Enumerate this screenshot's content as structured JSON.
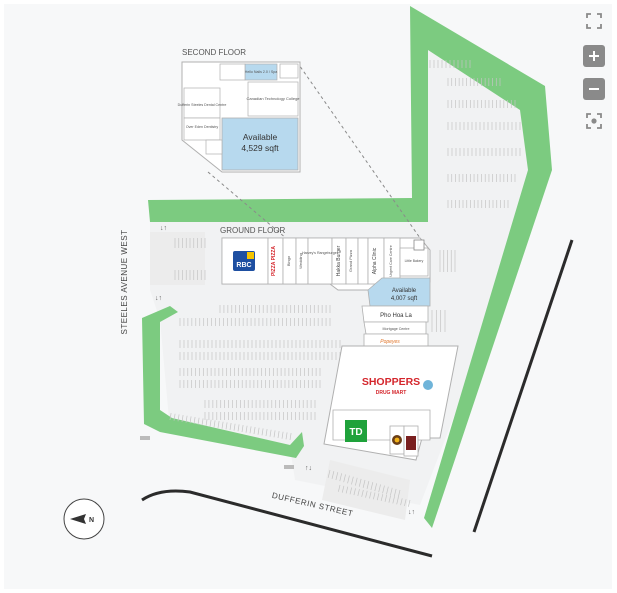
{
  "map": {
    "labels": {
      "second_floor": "SECOND FLOOR",
      "ground_floor": "GROUND FLOOR",
      "steeles": "STEELES AVENUE WEST",
      "dufferin": "DUFFERIN STREET"
    },
    "second_floor_units": {
      "unit_top": "Hello Nails 2.0 / Spa",
      "unit_left_1": "Dufferin Steeles Dental Centre",
      "unit_left_2": "Over Eden Dentistry",
      "college": "Canadian Technology College",
      "available_title": "Available",
      "available_size": "4,529 sqft"
    },
    "ground_floor_units": {
      "rbc": "RBC",
      "unit_a": "PIZZA PIZZA",
      "unit_b": "Bingo",
      "unit_c": "Wedding",
      "unit_d": "Harvey's Rangeburger",
      "unit_e": "Hakka Burger",
      "unit_f": "Grand Pizza",
      "unit_g": "Alpha Clinic",
      "unit_h": "Urgent Care Centre",
      "unit_i": "Little Bakery",
      "available_title": "Available",
      "available_size": "4,007 sqft",
      "pho": "Pho Hoa La",
      "unit_j": "Mortgage Centre",
      "unit_k": "Popeyes"
    },
    "anchors": {
      "shoppers_line1": "SHOPPERS",
      "shoppers_line2": "DRUG MART",
      "td": "TD"
    },
    "colors": {
      "green": "#7ccb80",
      "building": "#ffffff",
      "building_stroke": "#b9b9b9",
      "available": "#b7d9ee",
      "shoppers_red": "#d4262c",
      "td_green": "#1fa23b",
      "rbc_blue": "#1e4fa1",
      "parking": "#efefef"
    }
  },
  "controls": {
    "fullscreen": "fullscreen-icon",
    "zoom_in": "plus-icon",
    "zoom_out": "minus-icon",
    "locate": "locate-icon"
  }
}
